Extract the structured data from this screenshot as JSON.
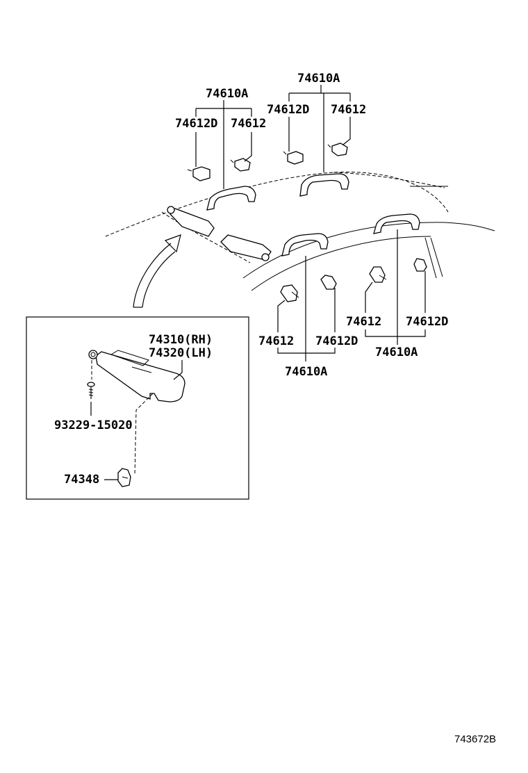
{
  "labels": {
    "grip_assy_top_left": "74610A",
    "holder_d_top_left": "74612D",
    "holder_top_left": "74612",
    "grip_assy_top_right": "74610A",
    "holder_d_top_right": "74612D",
    "holder_top_right": "74612",
    "holder_mid_left": "74612",
    "holder_d_mid_left": "74612D",
    "grip_assy_mid_left": "74610A",
    "holder_mid_right": "74612",
    "holder_d_mid_right": "74612D",
    "grip_assy_mid_right": "74610A",
    "visor_rh": "74310(RH)",
    "visor_lh": "74320(LH)",
    "screw": "93229-15020",
    "holder_clip": "74348"
  },
  "footer": {
    "diagram_id": "743672B"
  }
}
